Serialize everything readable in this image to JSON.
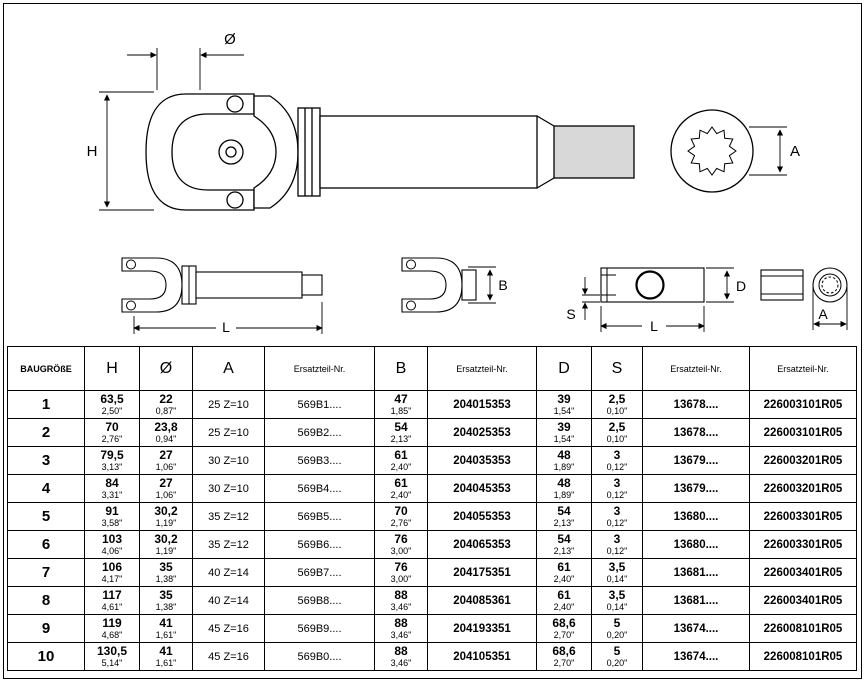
{
  "page": {
    "background": "#ffffff",
    "border_color": "#000000"
  },
  "drawings": {
    "main": {
      "h_label": "H",
      "dia_label": "Ø",
      "a_label": "A"
    },
    "fork_length": {
      "l_label": "L"
    },
    "fork_width": {
      "b_label": "B"
    },
    "tube": {
      "d_label": "D",
      "s_label": "S",
      "l_label": "L"
    },
    "profile_tube": {
      "a_label": "A"
    }
  },
  "table": {
    "header": {
      "size_label": "BAUGRÖßE",
      "h_label": "H",
      "dia_label": "Ø",
      "a_label": "A",
      "part_label": "Ersatzteil-Nr.",
      "b_label": "B",
      "d_label": "D",
      "s_label": "S"
    },
    "rows": [
      {
        "size": "1",
        "h_mm": "63,5",
        "h_in": "2,50\"",
        "o_mm": "22",
        "o_in": "0,87\"",
        "a": "25 Z=10",
        "part_a": "569B1....",
        "b_mm": "47",
        "b_in": "1,85\"",
        "part_b": "204015353",
        "d_mm": "39",
        "d_in": "1,54\"",
        "s_mm": "2,5",
        "s_in": "0,10\"",
        "part_c": "13678....",
        "part_d": "226003101R05"
      },
      {
        "size": "2",
        "h_mm": "70",
        "h_in": "2,76\"",
        "o_mm": "23,8",
        "o_in": "0,94\"",
        "a": "25 Z=10",
        "part_a": "569B2....",
        "b_mm": "54",
        "b_in": "2,13\"",
        "part_b": "204025353",
        "d_mm": "39",
        "d_in": "1,54\"",
        "s_mm": "2,5",
        "s_in": "0,10\"",
        "part_c": "13678....",
        "part_d": "226003101R05"
      },
      {
        "size": "3",
        "h_mm": "79,5",
        "h_in": "3,13\"",
        "o_mm": "27",
        "o_in": "1,06\"",
        "a": "30 Z=10",
        "part_a": "569B3....",
        "b_mm": "61",
        "b_in": "2,40\"",
        "part_b": "204035353",
        "d_mm": "48",
        "d_in": "1,89\"",
        "s_mm": "3",
        "s_in": "0,12\"",
        "part_c": "13679....",
        "part_d": "226003201R05"
      },
      {
        "size": "4",
        "h_mm": "84",
        "h_in": "3,31\"",
        "o_mm": "27",
        "o_in": "1,06\"",
        "a": "30 Z=10",
        "part_a": "569B4....",
        "b_mm": "61",
        "b_in": "2,40\"",
        "part_b": "204045353",
        "d_mm": "48",
        "d_in": "1,89\"",
        "s_mm": "3",
        "s_in": "0,12\"",
        "part_c": "13679....",
        "part_d": "226003201R05"
      },
      {
        "size": "5",
        "h_mm": "91",
        "h_in": "3,58\"",
        "o_mm": "30,2",
        "o_in": "1,19\"",
        "a": "35 Z=12",
        "part_a": "569B5....",
        "b_mm": "70",
        "b_in": "2,76\"",
        "part_b": "204055353",
        "d_mm": "54",
        "d_in": "2,13\"",
        "s_mm": "3",
        "s_in": "0,12\"",
        "part_c": "13680....",
        "part_d": "226003301R05"
      },
      {
        "size": "6",
        "h_mm": "103",
        "h_in": "4,06\"",
        "o_mm": "30,2",
        "o_in": "1,19\"",
        "a": "35 Z=12",
        "part_a": "569B6....",
        "b_mm": "76",
        "b_in": "3,00\"",
        "part_b": "204065353",
        "d_mm": "54",
        "d_in": "2,13\"",
        "s_mm": "3",
        "s_in": "0,12\"",
        "part_c": "13680....",
        "part_d": "226003301R05"
      },
      {
        "size": "7",
        "h_mm": "106",
        "h_in": "4,17\"",
        "o_mm": "35",
        "o_in": "1,38\"",
        "a": "40 Z=14",
        "part_a": "569B7....",
        "b_mm": "76",
        "b_in": "3,00\"",
        "part_b": "204175351",
        "d_mm": "61",
        "d_in": "2,40\"",
        "s_mm": "3,5",
        "s_in": "0,14\"",
        "part_c": "13681....",
        "part_d": "226003401R05"
      },
      {
        "size": "8",
        "h_mm": "117",
        "h_in": "4,61\"",
        "o_mm": "35",
        "o_in": "1,38\"",
        "a": "40 Z=14",
        "part_a": "569B8....",
        "b_mm": "88",
        "b_in": "3,46\"",
        "part_b": "204085361",
        "d_mm": "61",
        "d_in": "2,40\"",
        "s_mm": "3,5",
        "s_in": "0,14\"",
        "part_c": "13681....",
        "part_d": "226003401R05"
      },
      {
        "size": "9",
        "h_mm": "119",
        "h_in": "4,68\"",
        "o_mm": "41",
        "o_in": "1,61\"",
        "a": "45 Z=16",
        "part_a": "569B9....",
        "b_mm": "88",
        "b_in": "3,46\"",
        "part_b": "204193351",
        "d_mm": "68,6",
        "d_in": "2,70\"",
        "s_mm": "5",
        "s_in": "0,20\"",
        "part_c": "13674....",
        "part_d": "226008101R05"
      },
      {
        "size": "10",
        "h_mm": "130,5",
        "h_in": "5,14\"",
        "o_mm": "41",
        "o_in": "1,61\"",
        "a": "45 Z=16",
        "part_a": "569B0....",
        "b_mm": "88",
        "b_in": "3,46\"",
        "part_b": "204105351",
        "d_mm": "68,6",
        "d_in": "2,70\"",
        "s_mm": "5",
        "s_in": "0,20\"",
        "part_c": "13674....",
        "part_d": "226008101R05"
      }
    ]
  }
}
